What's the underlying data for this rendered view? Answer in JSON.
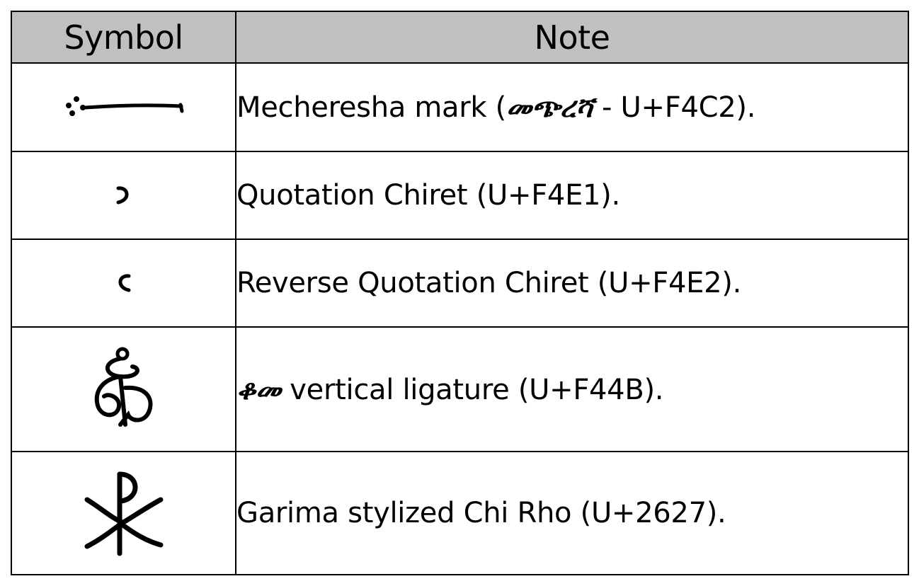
{
  "table": {
    "headers": {
      "symbol": "Symbol",
      "note": "Note"
    },
    "rows": [
      {
        "symbol_icon": "mechereshа-mark-icon",
        "note_prefix": "Mechereshа mark (",
        "note_ethiopic": "መጭረሻ",
        "note_suffix": " - U+F4C2)."
      },
      {
        "symbol_icon": "quotation-chiret-icon",
        "note": "Quotation Chiret (U+F4E1)."
      },
      {
        "symbol_icon": "reverse-quotation-chiret-icon",
        "note": "Reverse Quotation Chiret (U+F4E2)."
      },
      {
        "symbol_icon": "qomo-ligature-icon",
        "note_ethiopic": "ቆመ",
        "note_suffix": " vertical ligature (U+F44B)."
      },
      {
        "symbol_icon": "chi-rho-icon",
        "note": "Garima stylized Chi Rho (U+2627)."
      }
    ]
  }
}
